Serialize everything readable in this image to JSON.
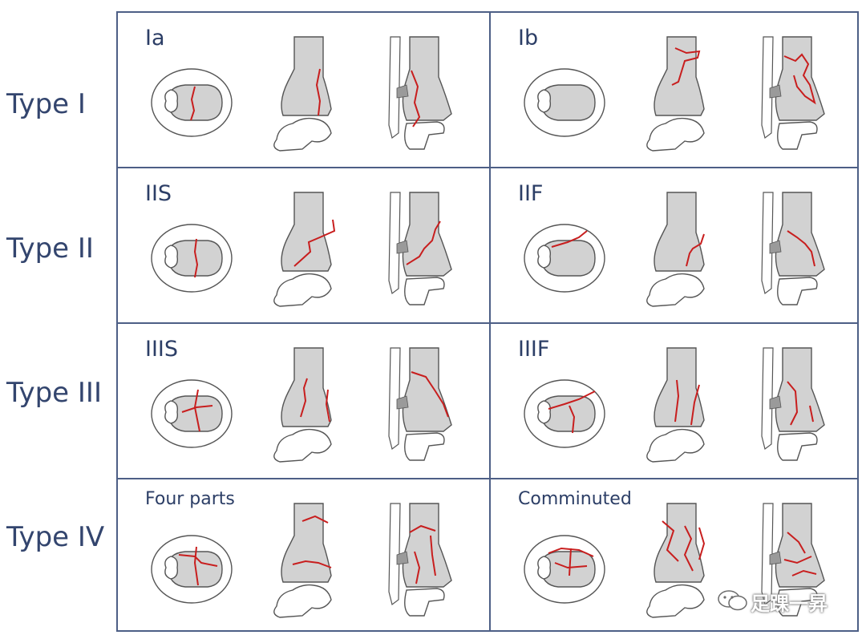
{
  "row_labels": [
    "Type I",
    "Type II",
    "Type III",
    "Type IV"
  ],
  "cells": [
    {
      "label": "Ia"
    },
    {
      "label": "Ib"
    },
    {
      "label": "IIS"
    },
    {
      "label": "IIF"
    },
    {
      "label": "IIIS"
    },
    {
      "label": "IIIF"
    },
    {
      "label": "Four parts"
    },
    {
      "label": "Comminuted"
    }
  ],
  "watermark": "足踝一昇",
  "colors": {
    "border": "#4d5f86",
    "label_text": "#33456e",
    "bone_fill": "#d2d2d2",
    "bone_outline": "#555555",
    "fracture_line": "#c81e1e"
  }
}
